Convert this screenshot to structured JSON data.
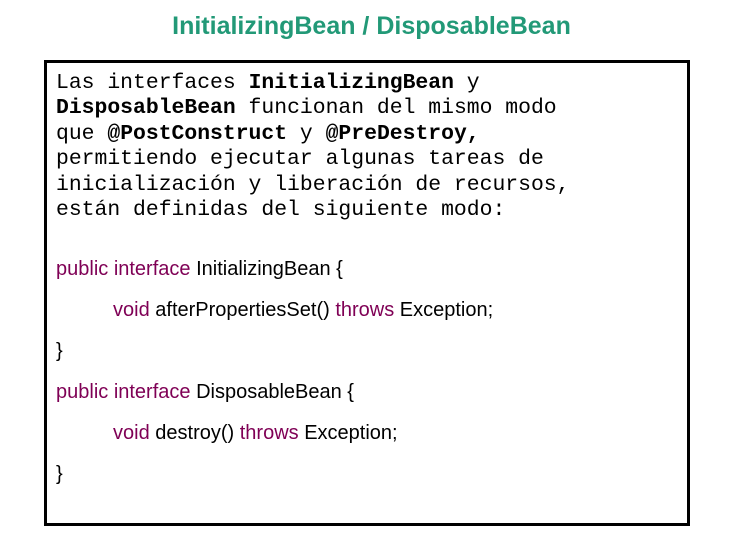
{
  "title": "InitializingBean / DisposableBean",
  "intro": {
    "t1": "Las interfaces ",
    "b1": "InitializingBean",
    "t2": " y",
    "b2": "DisposableBean",
    "t3": " funcionan del mismo modo",
    "t4": "que ",
    "b3": "@PostConstruct",
    "t5": " y ",
    "b4": "@PreDestroy,",
    "t6": "permitiendo ejecutar algunas tareas de",
    "t7": "inicialización y liberación de recursos,",
    "t8": "están definidas del siguiente modo:"
  },
  "code": {
    "line1": {
      "kw": "public interface",
      "rest": " InitializingBean {"
    },
    "line2": {
      "kw1": "void",
      "mid": " afterPropertiesSet() ",
      "kw2": "throws",
      "rest": " Exception;"
    },
    "line3": {
      "text": "}"
    },
    "line4": {
      "kw": "public interface",
      "rest": " DisposableBean {"
    },
    "line5": {
      "kw1": "void",
      "mid": " destroy() ",
      "kw2": "throws",
      "rest": " Exception;"
    },
    "line6": {
      "text": "}"
    }
  },
  "colors": {
    "title": "#229977",
    "keyword": "#7f0055",
    "border": "#000000"
  }
}
